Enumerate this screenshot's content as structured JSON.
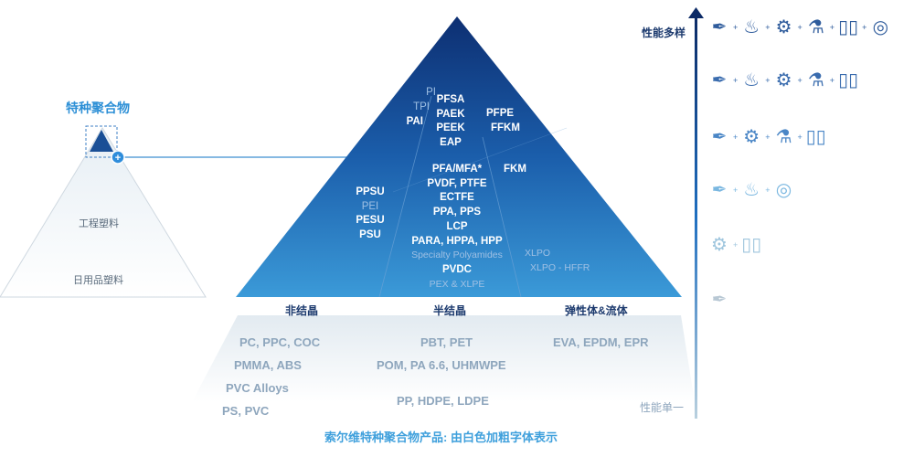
{
  "small_pyramid": {
    "title": "特种聚合物",
    "levels": [
      "工程塑料",
      "日用品塑料"
    ]
  },
  "columns": [
    "非结晶",
    "半结晶",
    "弹性体&流体"
  ],
  "pyramid": {
    "amorphous_top": [
      {
        "t": "PI",
        "bold": false
      },
      {
        "t": "TPI",
        "bold": false
      },
      {
        "t": "PAI",
        "bold": true
      }
    ],
    "semi_top": [
      "PFSA",
      "PAEK",
      "PEEK",
      "EAP"
    ],
    "elast_top": [
      "PFPE",
      "FFKM"
    ],
    "amorphous_mid": [
      {
        "t": "PPSU",
        "bold": true
      },
      {
        "t": "PEI",
        "bold": false
      },
      {
        "t": "PESU",
        "bold": true
      },
      {
        "t": "PSU",
        "bold": true
      }
    ],
    "semi_mid": [
      {
        "t": "PFA/MFA*",
        "bold": true
      },
      {
        "t": "PVDF, PTFE",
        "bold": true
      },
      {
        "t": "ECTFE",
        "bold": true
      },
      {
        "t": "PPA, PPS",
        "bold": true
      },
      {
        "t": "LCP",
        "bold": true
      },
      {
        "t": "PARA, HPPA, HPP",
        "bold": true
      },
      {
        "t": "Specialty Polyamides",
        "bold": false
      },
      {
        "t": "PVDC",
        "bold": true
      },
      {
        "t": "PEX & XLPE",
        "bold": false
      }
    ],
    "elast_mid": [
      {
        "t": "FKM",
        "bold": true
      }
    ],
    "elast_low": [
      "XLPO",
      "XLPO - HFFR"
    ]
  },
  "commodity": {
    "amorphous": [
      "PC, PPC, COC",
      "PMMA, ABS",
      "PVC Alloys",
      "PS, PVC"
    ],
    "semi": [
      "PBT, PET",
      "POM, PA 6.6, UHMWPE",
      "PP, HDPE, LDPE"
    ],
    "elast": [
      "EVA, EPDM, EPR"
    ]
  },
  "axis": {
    "top": "性能多样",
    "bottom": "性能单一"
  },
  "icon_rows": [
    [
      "feather-icon",
      "flame-match-icon",
      "gears-icon",
      "weather-flask-icon",
      "thermometer-icon",
      "fingerprint-icon"
    ],
    [
      "feather-icon",
      "flame-match-icon",
      "gears-icon",
      "weather-flask-icon",
      "thermometer-icon"
    ],
    [
      "feather-icon",
      "gears-icon",
      "weather-flask-icon",
      "thermometer-icon"
    ],
    [
      "feather-icon",
      "flame-match-icon",
      "fingerprint-icon"
    ],
    [
      "gears-icon",
      "thermometer-icon"
    ],
    [
      "feather-icon"
    ]
  ],
  "row_colors": [
    "#2f5c9c",
    "#3a6cae",
    "#4a86c6",
    "#7ab7e0",
    "#9fc6de",
    "#b8c8d4"
  ],
  "caption": "索尔维特种聚合物产品: 由白色加粗字体表示"
}
